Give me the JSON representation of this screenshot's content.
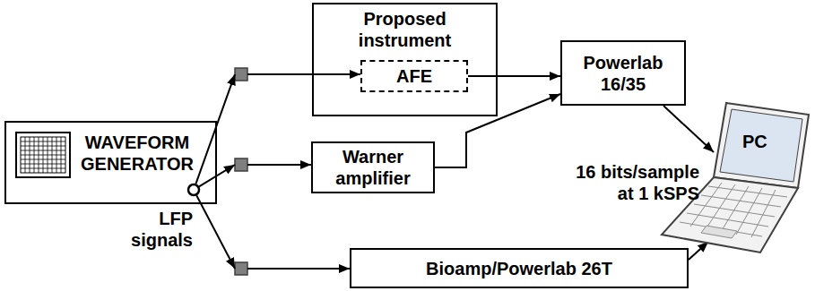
{
  "diagram": {
    "nodes": [
      {
        "text": [
          "WAVEFORM GENERATOR"
        ]
      },
      {
        "text": [
          "Proposed instrument"
        ]
      },
      {
        "text": [
          "AFE"
        ],
        "in": 1
      },
      {
        "text": [
          "Powerlab 16/35"
        ]
      },
      {
        "text": [
          "Warner amplifier"
        ]
      },
      {
        "text": [
          "Bioamp/Powerlab 26T"
        ]
      },
      {
        "text": [
          "PC"
        ]
      }
    ],
    "edges": [
      {
        "from": 0,
        "to": 2,
        "arrow": "to"
      },
      {
        "from": 0,
        "to": 4,
        "arrow": "to"
      },
      {
        "from": 0,
        "to": 5,
        "arrow": "to"
      },
      {
        "from": 2,
        "to": 3,
        "arrow": "to"
      },
      {
        "from": 4,
        "to": 3,
        "arrow": "to"
      },
      {
        "from": 3,
        "to": 6,
        "arrow": "to"
      },
      {
        "from": 5,
        "to": 6,
        "arrow": "to"
      }
    ],
    "labels": [
      "LFP signals",
      "16 bits/sample at 1 kSPS"
    ]
  }
}
